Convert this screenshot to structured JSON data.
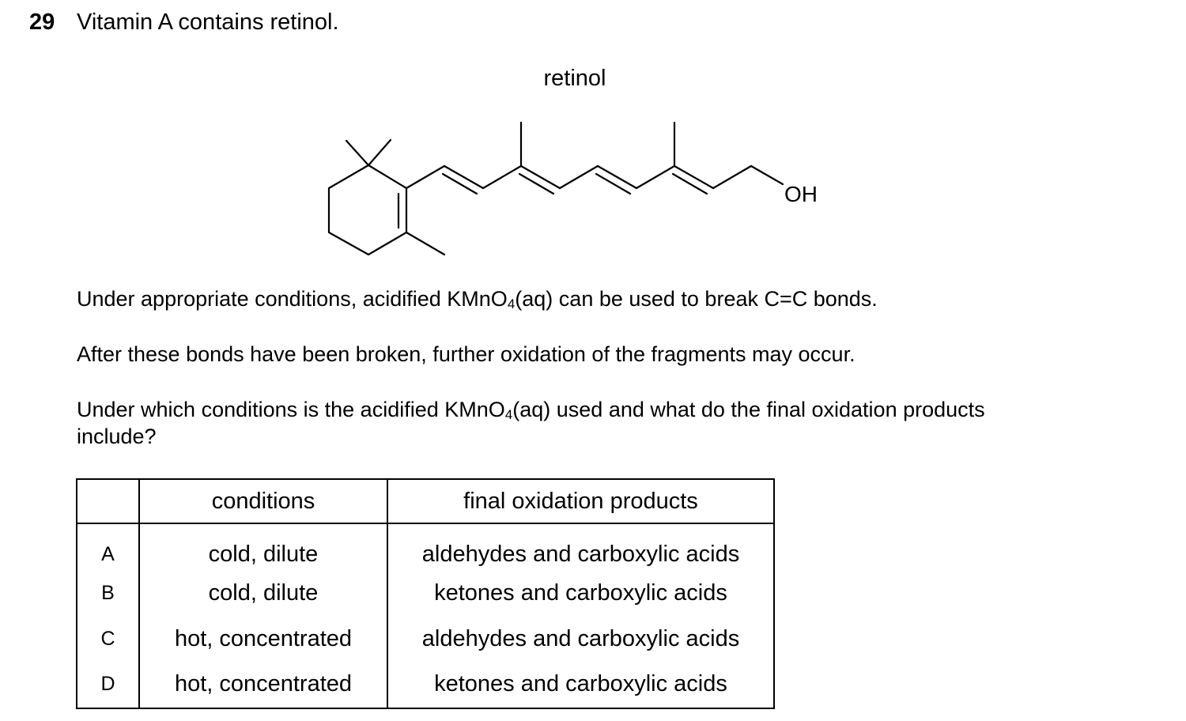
{
  "question": {
    "number": "29",
    "title": "Vitamin A contains retinol."
  },
  "structure": {
    "name": "retinol",
    "oh_label": "OH"
  },
  "paragraphs": {
    "p1_pre": "Under appropriate conditions, acidified KMnO",
    "p1_sub": "4",
    "p1_post": "(aq) can be used to break C=C bonds.",
    "p2": "After these bonds have been broken, further oxidation of the fragments may occur.",
    "p3_pre": "Under which conditions is the acidified KMnO",
    "p3_sub": "4",
    "p3_post": "(aq) used and what do the final oxidation products",
    "p3_line2": "include?"
  },
  "table": {
    "headers": [
      "",
      "conditions",
      "final oxidation products"
    ],
    "rows": [
      {
        "letter": "A",
        "conditions": "cold, dilute",
        "products": "aldehydes and carboxylic acids"
      },
      {
        "letter": "B",
        "conditions": "cold, dilute",
        "products": "ketones and carboxylic acids"
      },
      {
        "letter": "C",
        "conditions": "hot, concentrated",
        "products": "aldehydes and carboxylic acids"
      },
      {
        "letter": "D",
        "conditions": "hot, concentrated",
        "products": "ketones and carboxylic acids"
      }
    ]
  }
}
